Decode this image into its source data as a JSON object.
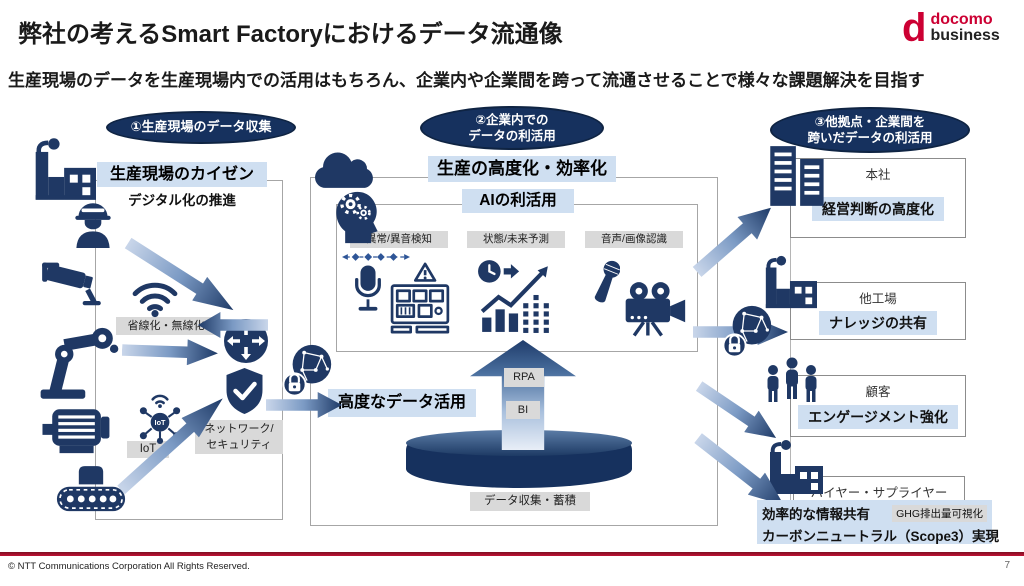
{
  "slide": {
    "title": "弊社の考えるSmart Factoryにおけるデータ流通像",
    "subtitle": "生産現場のデータを生産現場内での活用はもちろん、企業内や企業間を跨って流通させることで様々な課題解決を目指す",
    "copyright": "© NTT Communications Corporation All Rights Reserved.",
    "page_number": "7"
  },
  "logo": {
    "d": "d",
    "brand": "docomo",
    "sub": "business"
  },
  "badges": {
    "b1": {
      "line1": "①生産現場のデータ収集"
    },
    "b2": {
      "line1": "②企業内での",
      "line2": "データの利活用"
    },
    "b3": {
      "line1": "③他拠点・企業間を",
      "line2": "跨いだデータの利活用"
    }
  },
  "left": {
    "kaizen": "生産現場のカイゼン",
    "digital": "デジタル化の推進",
    "wireless": "省線化・無線化",
    "iot_glyph": "IoT",
    "iot": "IoT",
    "network1": "ネットワーク/",
    "network2": "セキュリティ"
  },
  "middle": {
    "efficiency": "生産の高度化・効率化",
    "ai": "AIの利活用",
    "cols": [
      "異常/異音検知",
      "状態/未来予測",
      "音声/画像認識"
    ],
    "advanced": "高度なデータ活用",
    "rpa": "RPA",
    "bi": "BI",
    "datastore": "データ収集・蓄積"
  },
  "right": {
    "cards": [
      {
        "title": "本社",
        "benefit": "経営判断の高度化",
        "icon": "headquarters-building-icon"
      },
      {
        "title": "他工場",
        "benefit": "ナレッジの共有",
        "icon": "factory-icon"
      },
      {
        "title": "顧客",
        "benefit": "エンゲージメント強化",
        "icon": "people-icon"
      },
      {
        "title": "バイヤー・サプライヤー",
        "benefit": "",
        "icon": "factory-icon"
      }
    ],
    "share": "効率的な情報共有",
    "ghg": "GHG排出量可視化",
    "carbon": "カーボンニュートラル（Scope3）実現"
  },
  "icons": {
    "logo": "docomo-d-icon",
    "left": [
      "factory-icon",
      "worker-icon",
      "cctv-camera-icon",
      "wifi-icon",
      "robot-arm-icon",
      "router-icon",
      "shield-check-icon",
      "motor-icon",
      "iot-sensor-icon",
      "conveyor-icon"
    ],
    "between": [
      "globe-lock-icon"
    ],
    "middle": [
      "cloud-icon",
      "ai-head-gears-icon",
      "soundwave-icon",
      "studio-mic-icon",
      "machine-panel-warning-icon",
      "forecast-chart-icon",
      "hand-mic-icon",
      "video-camera-icon",
      "database-disk"
    ],
    "right": [
      "headquarters-building-icon",
      "factory-icon",
      "people-icon",
      "factory-icon",
      "globe-lock-icon"
    ]
  },
  "colors": {
    "navy": "#1f3864",
    "ellipse_navy": "#16315e",
    "label_blue": "#cfdff1",
    "label_gray": "#d9d9d9",
    "logo_red": "#cc0033",
    "footer_red": "#a4123a",
    "arrow_dark": "#1e3a67",
    "arrow_light": "#c9d6ea"
  }
}
